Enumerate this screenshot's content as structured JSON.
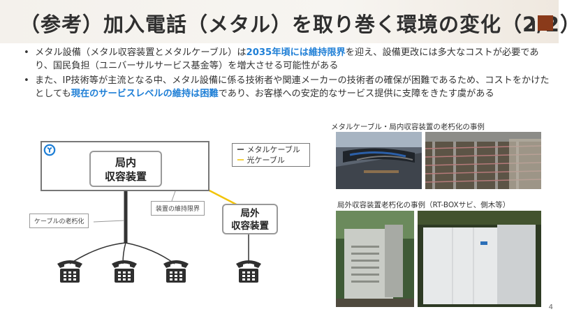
{
  "title": "（参考）加入電話（メタル）を取り巻く環境の変化（2/2）",
  "bullets": {
    "b1_pre": "メタル設備（メタル収容装置とメタルケーブル）は",
    "b1_hl": "2035年頃には維持限界",
    "b1_post": "を迎え、設備更改には多大なコストが必要であり、国民負担（ユニバーサルサービス基金等）を増大させる可能性がある",
    "b2_pre": "また、IP技術等が主流となる中、メタル設備に係る技術者や関連メーカーの技術者の確保が困難であるため、コストをかけたとしても",
    "b2_hl": "現在のサービスレベルの維持は困難",
    "b2_post": "であり、お客様への安定的なサービス提供に支障をきたす虞がある",
    "marker": "•"
  },
  "diagram": {
    "kyokunai_line1": "局内",
    "kyokunai_line2": "収容装置",
    "kyokugai_line1": "局外",
    "kyokugai_line2": "収容装置",
    "legend_metal": "メタルケーブル",
    "legend_fiber": "光ケーブル",
    "legend_metal_mark": "ー",
    "legend_fiber_mark": "ー",
    "callout_limit": "装置の維持限界",
    "callout_cable": "ケーブルの老朽化",
    "colors": {
      "metal": "#333333",
      "fiber": "#f2c40a",
      "logo": "#1f7fd6"
    }
  },
  "photos": {
    "label1": "メタルケーブル・局内収容装置の老朽化の事例",
    "label2": "局外収容装置老朽化の事例（RT-BOXサビ、側木等）"
  },
  "page_number": "4"
}
